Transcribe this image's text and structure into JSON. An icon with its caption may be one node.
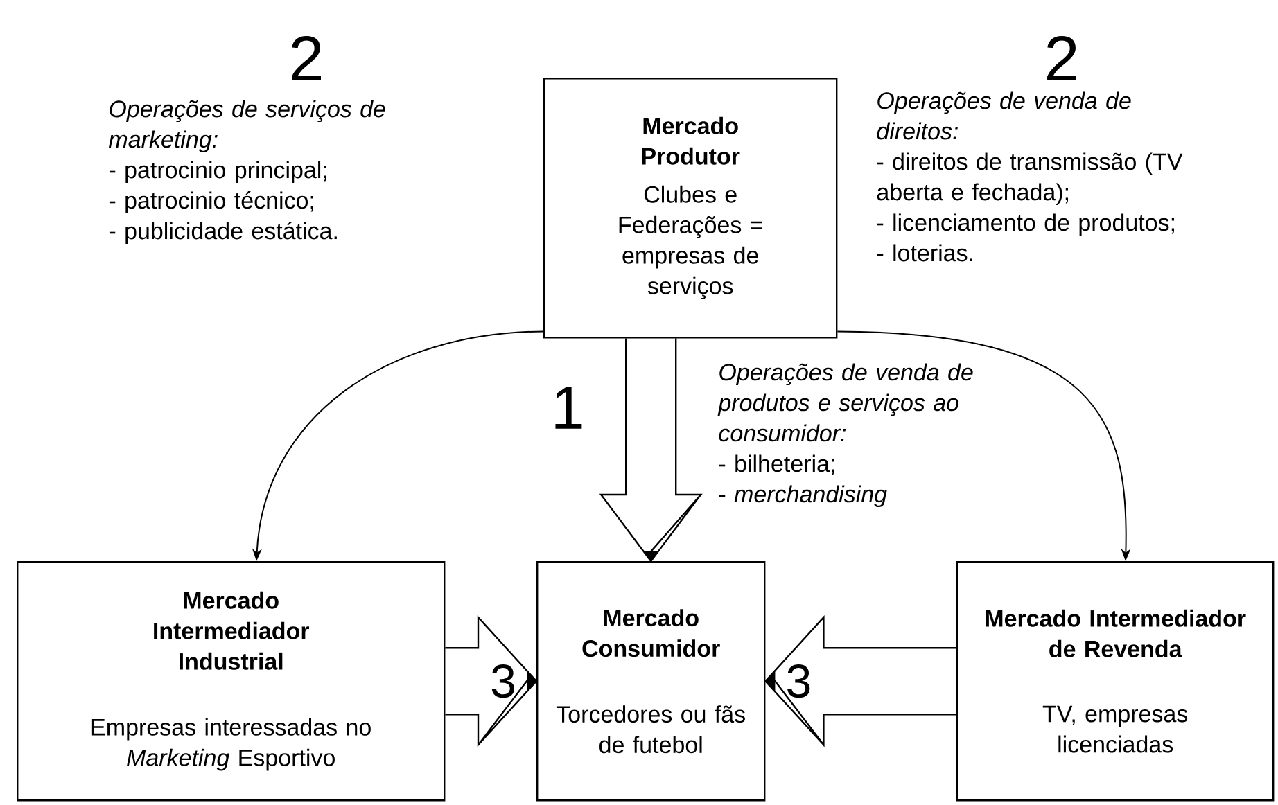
{
  "diagram": {
    "nodes": [
      {
        "text": [
          "Mercado Produtor",
          "Clubes e Federações = empresas de serviços"
        ]
      },
      {
        "text": [
          "Mercado Intermediador Industrial",
          "Empresas interessadas no *Marketing* Esportivo"
        ]
      },
      {
        "text": [
          "Mercado Consumidor",
          "Torcedores ou fãs de futebol"
        ]
      },
      {
        "text": [
          "Mercado Intermediador de Revenda",
          "TV, empresas licenciadas"
        ]
      }
    ],
    "edges": [
      {
        "from": 0,
        "to": 1,
        "arrow": "to"
      },
      {
        "from": 0,
        "to": 3,
        "arrow": "to"
      },
      {
        "from": 0,
        "to": 2,
        "arrow": "to",
        "label": "1"
      },
      {
        "from": 1,
        "to": 2,
        "arrow": "to",
        "label": "3"
      },
      {
        "from": 3,
        "to": 2,
        "arrow": "to",
        "label": "3"
      }
    ],
    "labels": [
      "2",
      "Operações de serviços de marketing:",
      "- patrocinio principal;",
      "- patrocinio técnico;",
      "- publicidade estática.",
      "2",
      "Operações de venda de direitos:",
      "- direitos de transmissão (TV aberta e fechada);",
      "- licenciamento de produtos;",
      "- loterias.",
      "Operações de venda de produtos e serviços ao consumidor:",
      "- bilheteria;",
      "- *merchandising*"
    ]
  }
}
